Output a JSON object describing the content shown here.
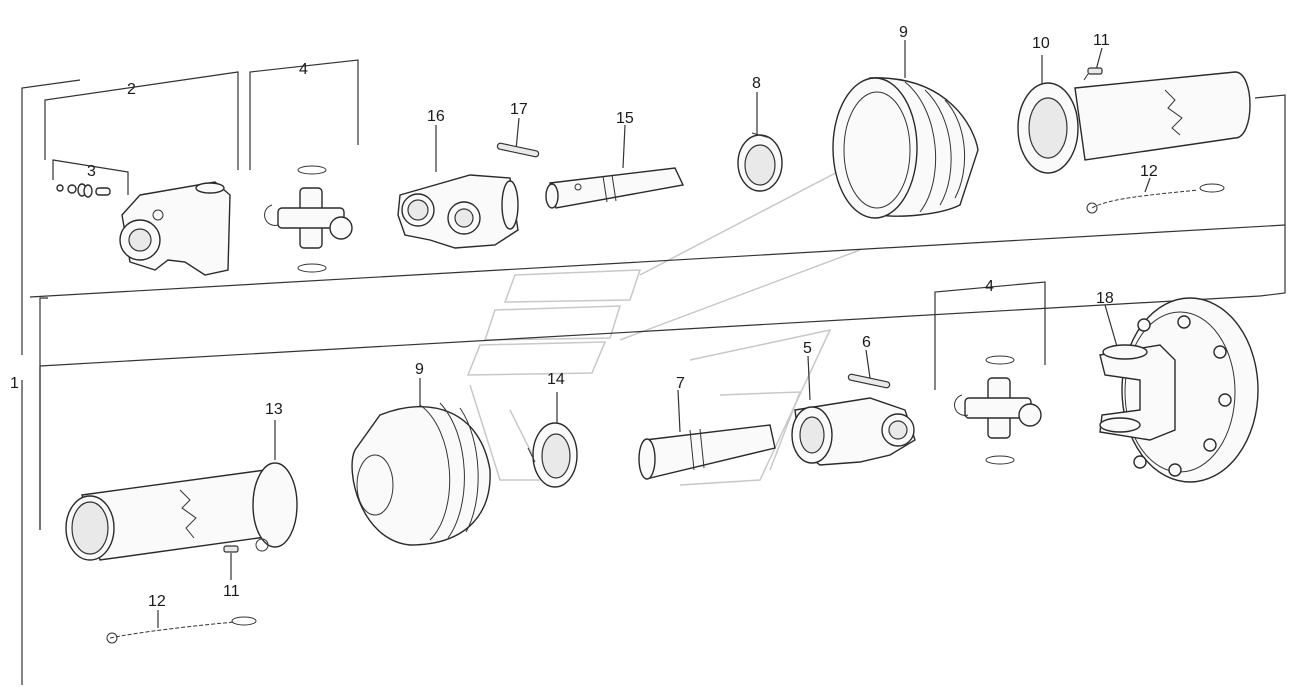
{
  "diagram": {
    "labels": {
      "l1": "1",
      "l2": "2",
      "l3": "3",
      "l4a": "4",
      "l4b": "4",
      "l5": "5",
      "l6": "6",
      "l7": "7",
      "l8": "8",
      "l9a": "9",
      "l9b": "9",
      "l10": "10",
      "l11a": "11",
      "l11b": "11",
      "l12a": "12",
      "l12b": "12",
      "l13": "13",
      "l14": "14",
      "l15": "15",
      "l16": "16",
      "l17": "17",
      "l18": "18"
    }
  }
}
